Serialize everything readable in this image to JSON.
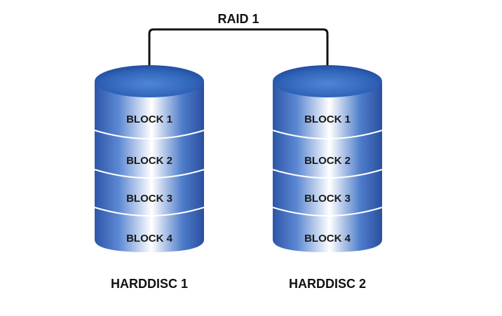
{
  "diagram": {
    "title": "RAID 1",
    "disks": [
      {
        "label": "HARDDISC 1",
        "blocks": [
          "BLOCK 1",
          "BLOCK 2",
          "BLOCK 3",
          "BLOCK 4"
        ]
      },
      {
        "label": "HARDDISC 2",
        "blocks": [
          "BLOCK 1",
          "BLOCK 2",
          "BLOCK 3",
          "BLOCK 4"
        ]
      }
    ],
    "colors": {
      "disk_dark": "#24479a",
      "disk_mid": "#4a78c9",
      "disk_light": "#ffffff",
      "top_dark": "#1f4a9b",
      "top_light": "#4f86d6",
      "divider": "#ffffff",
      "connector": "#111111"
    }
  }
}
